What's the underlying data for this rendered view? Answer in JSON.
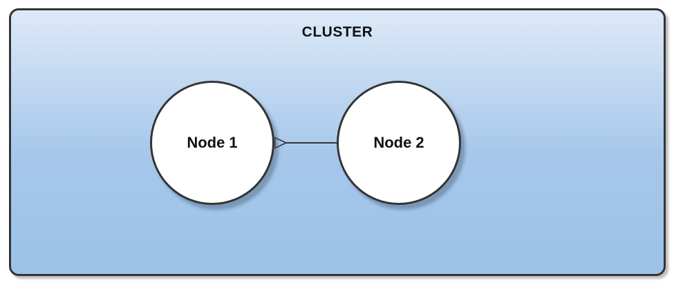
{
  "cluster": {
    "label": "CLUSTER"
  },
  "nodes": [
    {
      "label": "Node 1"
    },
    {
      "label": "Node 2"
    }
  ],
  "edge": {
    "from": "Node 1",
    "to": "Node 2",
    "style": "straight line with hollow open arrowheads at both ends"
  },
  "colors": {
    "cluster_gradient_top": "#dde9f8",
    "cluster_gradient_mid": "#a6c7ea",
    "cluster_gradient_bottom": "#9cc2e8",
    "node_fill": "#ffffff",
    "stroke": "#343434",
    "edge": "#343434",
    "text": "#111111"
  }
}
